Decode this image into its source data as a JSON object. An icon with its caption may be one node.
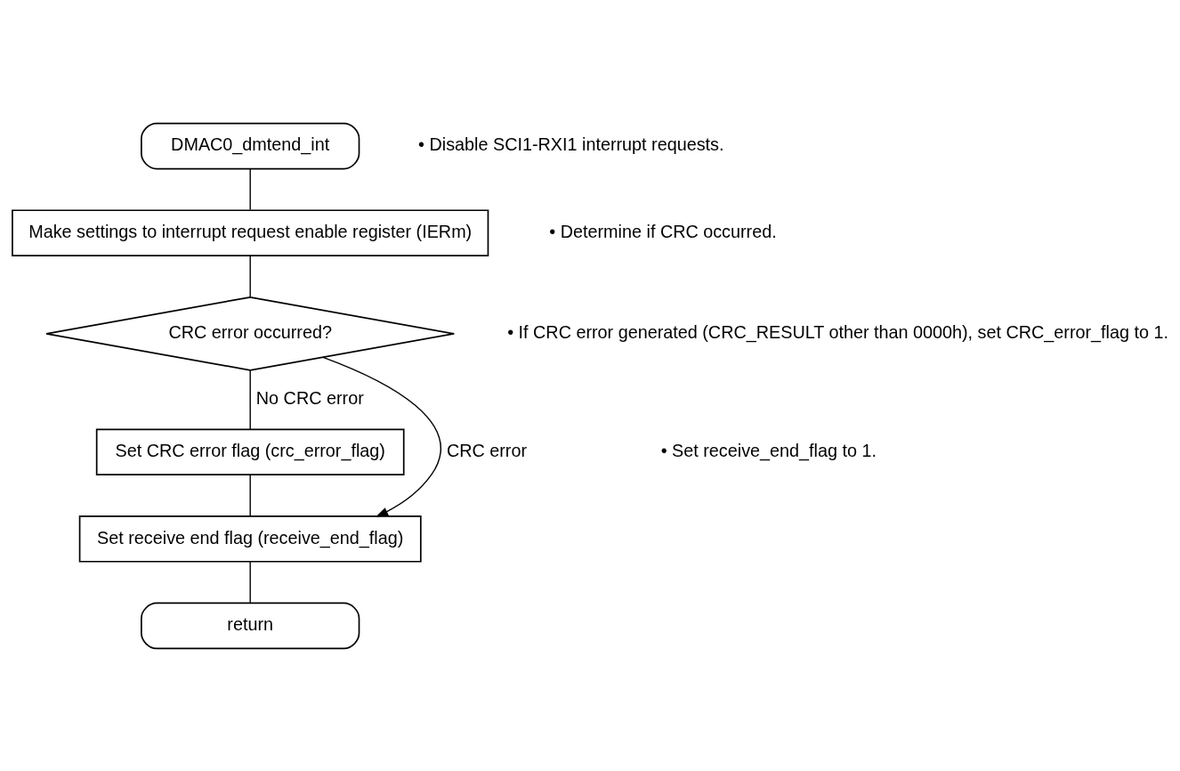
{
  "diagram": {
    "nodes": [
      {
        "text": [
          "DMAC0_dmtend_int"
        ]
      },
      {
        "text": [
          "Make settings to interrupt request enable register (IERm)"
        ]
      },
      {
        "text": [
          "CRC error occurred?"
        ]
      },
      {
        "text": [
          "Set CRC error flag (crc_error_flag)"
        ]
      },
      {
        "text": [
          "Set receive end flag (receive_end_flag)"
        ]
      },
      {
        "text": [
          "return"
        ]
      }
    ],
    "edges": [
      {
        "from": 0,
        "to": 1,
        "arrow": "none"
      },
      {
        "from": 1,
        "to": 2,
        "arrow": "none"
      },
      {
        "from": 2,
        "to": 3,
        "arrow": "none",
        "label": "No CRC error"
      },
      {
        "from": 2,
        "to": 4,
        "arrow": "to",
        "label": "CRC error"
      },
      {
        "from": 3,
        "to": 4,
        "arrow": "none"
      },
      {
        "from": 4,
        "to": 5,
        "arrow": "none"
      }
    ],
    "labels": [
      "• Disable SCI1-RXI1 interrupt requests.",
      "• Determine if CRC occurred.",
      "• If CRC error generated (CRC_RESULT other than 0000h), set CRC_error_flag to 1.",
      "• Set receive_end_flag to 1."
    ]
  }
}
